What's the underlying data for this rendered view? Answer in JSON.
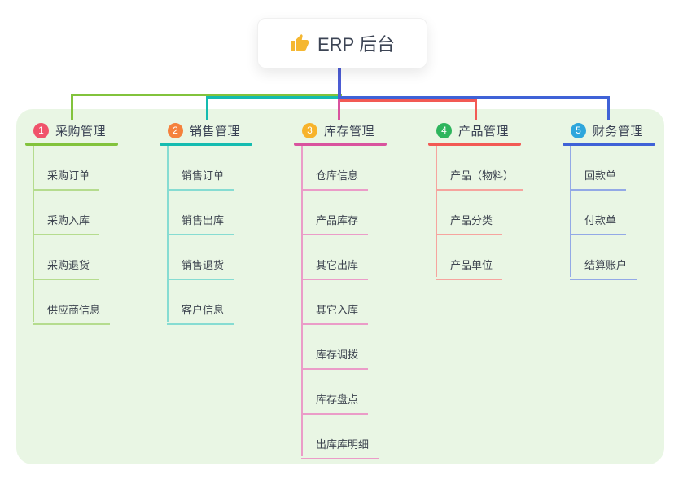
{
  "root": {
    "label": "ERP 后台",
    "icon": "thumbs-up-icon",
    "icon_color": "#f5b731"
  },
  "palette": {
    "panel_bg": "#e9f6e4",
    "root_connector": "#4c5cd4",
    "text_dark": "#3a4254",
    "text_child": "#3e4550"
  },
  "branches": [
    {
      "num": "1",
      "label": "采购管理",
      "badge_color": "#f0536b",
      "line_color": "#82c33c",
      "child_line_color": "#b5dc8e",
      "children": [
        "采购订单",
        "采购入库",
        "采购退货",
        "供应商信息"
      ]
    },
    {
      "num": "2",
      "label": "销售管理",
      "badge_color": "#f5813c",
      "line_color": "#14bcb0",
      "child_line_color": "#86dcd2",
      "children": [
        "销售订单",
        "销售出库",
        "销售退货",
        "客户信息"
      ]
    },
    {
      "num": "3",
      "label": "库存管理",
      "badge_color": "#f7b32b",
      "line_color": "#d9539e",
      "child_line_color": "#eb9cc8",
      "children": [
        "仓库信息",
        "产品库存",
        "其它出库",
        "其它入库",
        "库存调拨",
        "库存盘点",
        "出库库明细"
      ]
    },
    {
      "num": "4",
      "label": "产品管理",
      "badge_color": "#2eb55d",
      "line_color": "#f25a54",
      "child_line_color": "#f6a49e",
      "children": [
        "产品（物料）",
        "产品分类",
        "产品单位"
      ]
    },
    {
      "num": "5",
      "label": "财务管理",
      "badge_color": "#2ea6dc",
      "line_color": "#3f62d7",
      "child_line_color": "#93a9e6",
      "children": [
        "回款单",
        "付款单",
        "结算账户"
      ]
    }
  ]
}
